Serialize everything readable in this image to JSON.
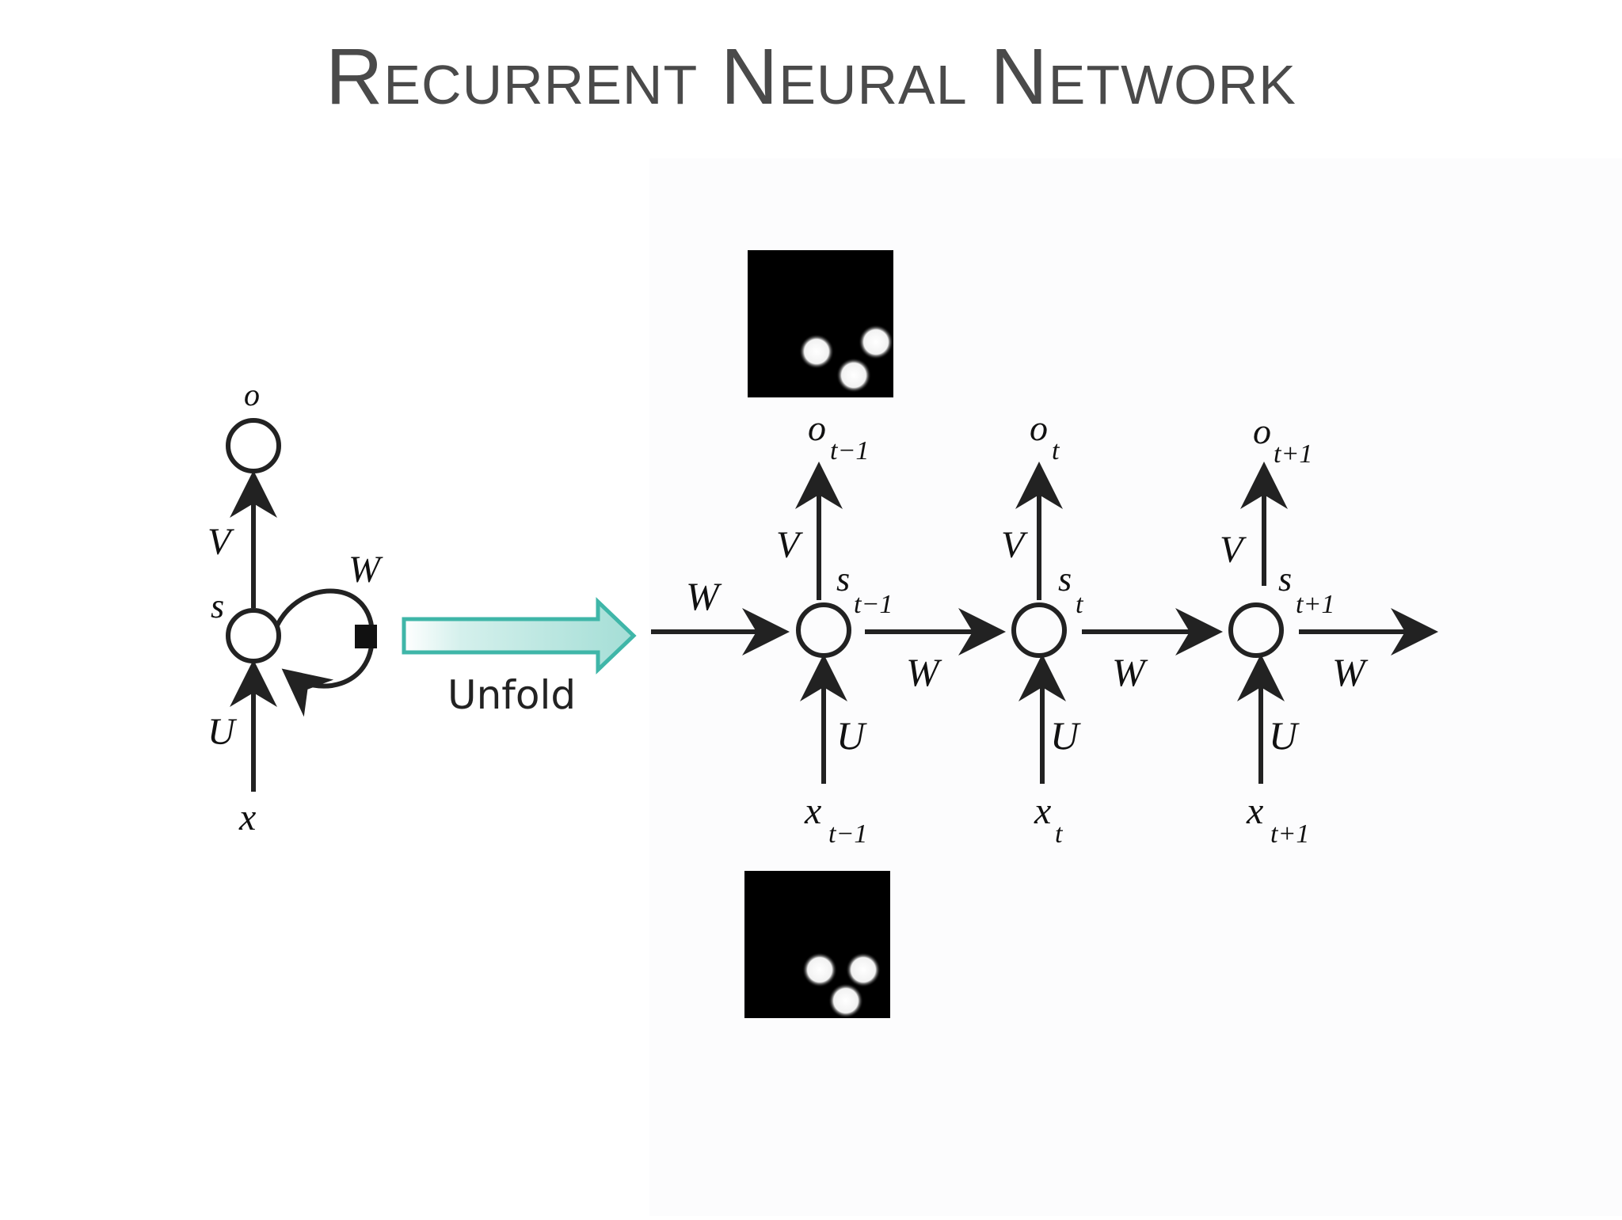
{
  "title": "Recurrent Neural Network",
  "unfold_label": "Unfold",
  "colors": {
    "title": "#4a4a4a",
    "stroke": "#222222",
    "unfold_arrow": "#3fb6a8",
    "unfold_fill": "#aee3dc"
  },
  "folded": {
    "output": "o",
    "state": "s",
    "input": "x",
    "weight_in": "U",
    "weight_out": "V",
    "weight_rec": "W"
  },
  "unrolled": {
    "incoming_weight": "W",
    "steps": [
      {
        "output": "o",
        "output_sub": "t−1",
        "state": "s",
        "state_sub": "t−1",
        "input": "x",
        "input_sub": "t−1",
        "U": "U",
        "V": "V",
        "W_next": "W"
      },
      {
        "output": "o",
        "output_sub": "t",
        "state": "s",
        "state_sub": "t",
        "input": "x",
        "input_sub": "t",
        "U": "U",
        "V": "V",
        "W_next": "W"
      },
      {
        "output": "o",
        "output_sub": "t+1",
        "state": "s",
        "state_sub": "t+1",
        "input": "x",
        "input_sub": "t+1",
        "U": "U",
        "V": "V",
        "W_next": "W"
      }
    ]
  },
  "thumbnails": [
    {
      "role": "output-frame",
      "desc_icon": "dots-frame-icon"
    },
    {
      "role": "input-frame",
      "desc_icon": "dots-frame-icon"
    }
  ]
}
